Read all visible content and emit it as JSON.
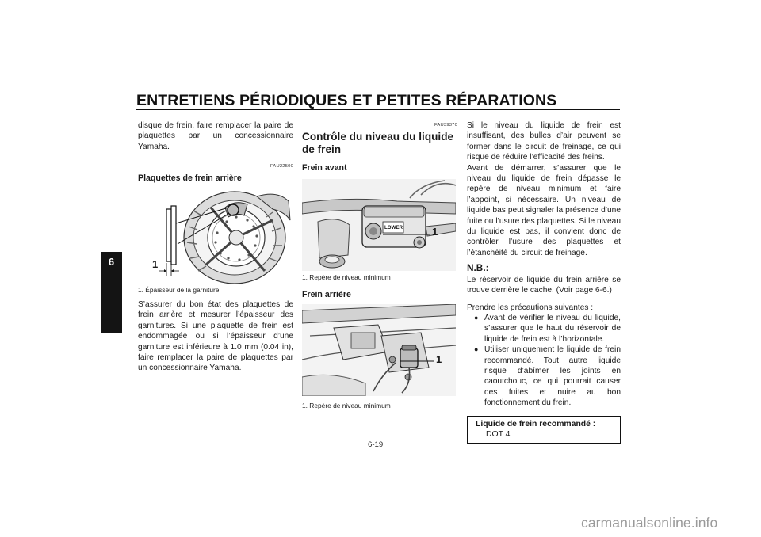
{
  "header": {
    "title": "ENTRETIENS PÉRIODIQUES ET PETITES RÉPARATIONS"
  },
  "chapter_tab": "6",
  "col1": {
    "intro": "disque de frein, faire remplacer la paire de plaquettes par un concessionnaire Yamaha.",
    "code": "FAU22500",
    "subhead": "Plaquettes de frein arrière",
    "figure_callout": "1",
    "caption": "1. Épaisseur de la garniture",
    "body": "S’assurer du bon état des plaquettes de frein arrière et mesurer l’épaisseur des garnitures. Si une plaquette de frein est endommagée ou si l’épaisseur d’une garniture est inférieure à 1.0 mm (0.04 in), faire remplacer la paire de plaquettes par un concessionnaire Yamaha."
  },
  "col2": {
    "code": "FAU39370",
    "section_title": "Contrôle du niveau du liquide de frein",
    "front_subhead": "Frein avant",
    "front_label_text": "LOWER",
    "front_callout": "1",
    "front_caption": "1. Repère de niveau minimum",
    "rear_subhead": "Frein arrière",
    "rear_callout": "1",
    "rear_caption": "1. Repère de niveau minimum"
  },
  "col3": {
    "body": "Si le niveau du liquide de frein est insuffisant, des bulles d’air peuvent se former dans le circuit de freinage, ce qui risque de réduire l’efficacité des freins.",
    "body2": "Avant de démarrer, s’assurer que le niveau du liquide de frein dépasse le repère de niveau minimum et faire l’appoint, si nécessaire. Un niveau de liquide bas peut signaler la présence d’une fuite ou l’usure des plaquettes. Si le niveau du liquide est bas, il convient donc de contrôler l’usure des plaquettes et l’étanchéité du circuit de freinage.",
    "nb_label": "N.B.:",
    "nb_text": "Le réservoir de liquide du frein arrière se trouve derrière le cache. (Voir page 6-6.)",
    "precautions_intro": "Prendre les précautions suivantes :",
    "bullets": [
      "Avant de vérifier le niveau du liquide, s’assurer que le haut du réservoir de liquide de frein est à l’horizontale.",
      "Utiliser uniquement le liquide de frein recommandé. Tout autre liquide risque d’abîmer les joints en caoutchouc, ce qui pourrait causer des fuites et nuire au bon fonctionnement du frein."
    ],
    "bullet_symbol": "●",
    "spec_label": "Liquide de frein recommandé :",
    "spec_value": "DOT 4"
  },
  "footer": {
    "page_number": "6-19",
    "watermark": "carmanualsonline.info"
  }
}
